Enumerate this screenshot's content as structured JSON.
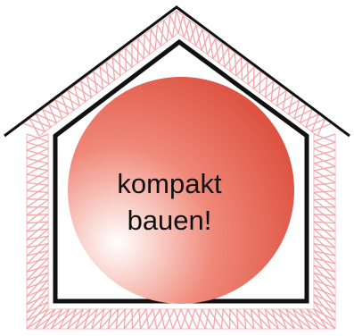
{
  "diagram": {
    "type": "house-insulation-illustration",
    "label_lines": [
      "kompakt",
      "bauen!"
    ],
    "colors": {
      "insulation_line": "#f4a6aa",
      "outline": "#111111",
      "sphere_highlight": "#ffffff",
      "sphere_mid": "#f08878",
      "sphere_edge": "#d94535"
    },
    "icons": {
      "house": "house-outline-icon",
      "insulation": "insulation-zigzag-icon",
      "sphere": "sphere-icon"
    }
  }
}
